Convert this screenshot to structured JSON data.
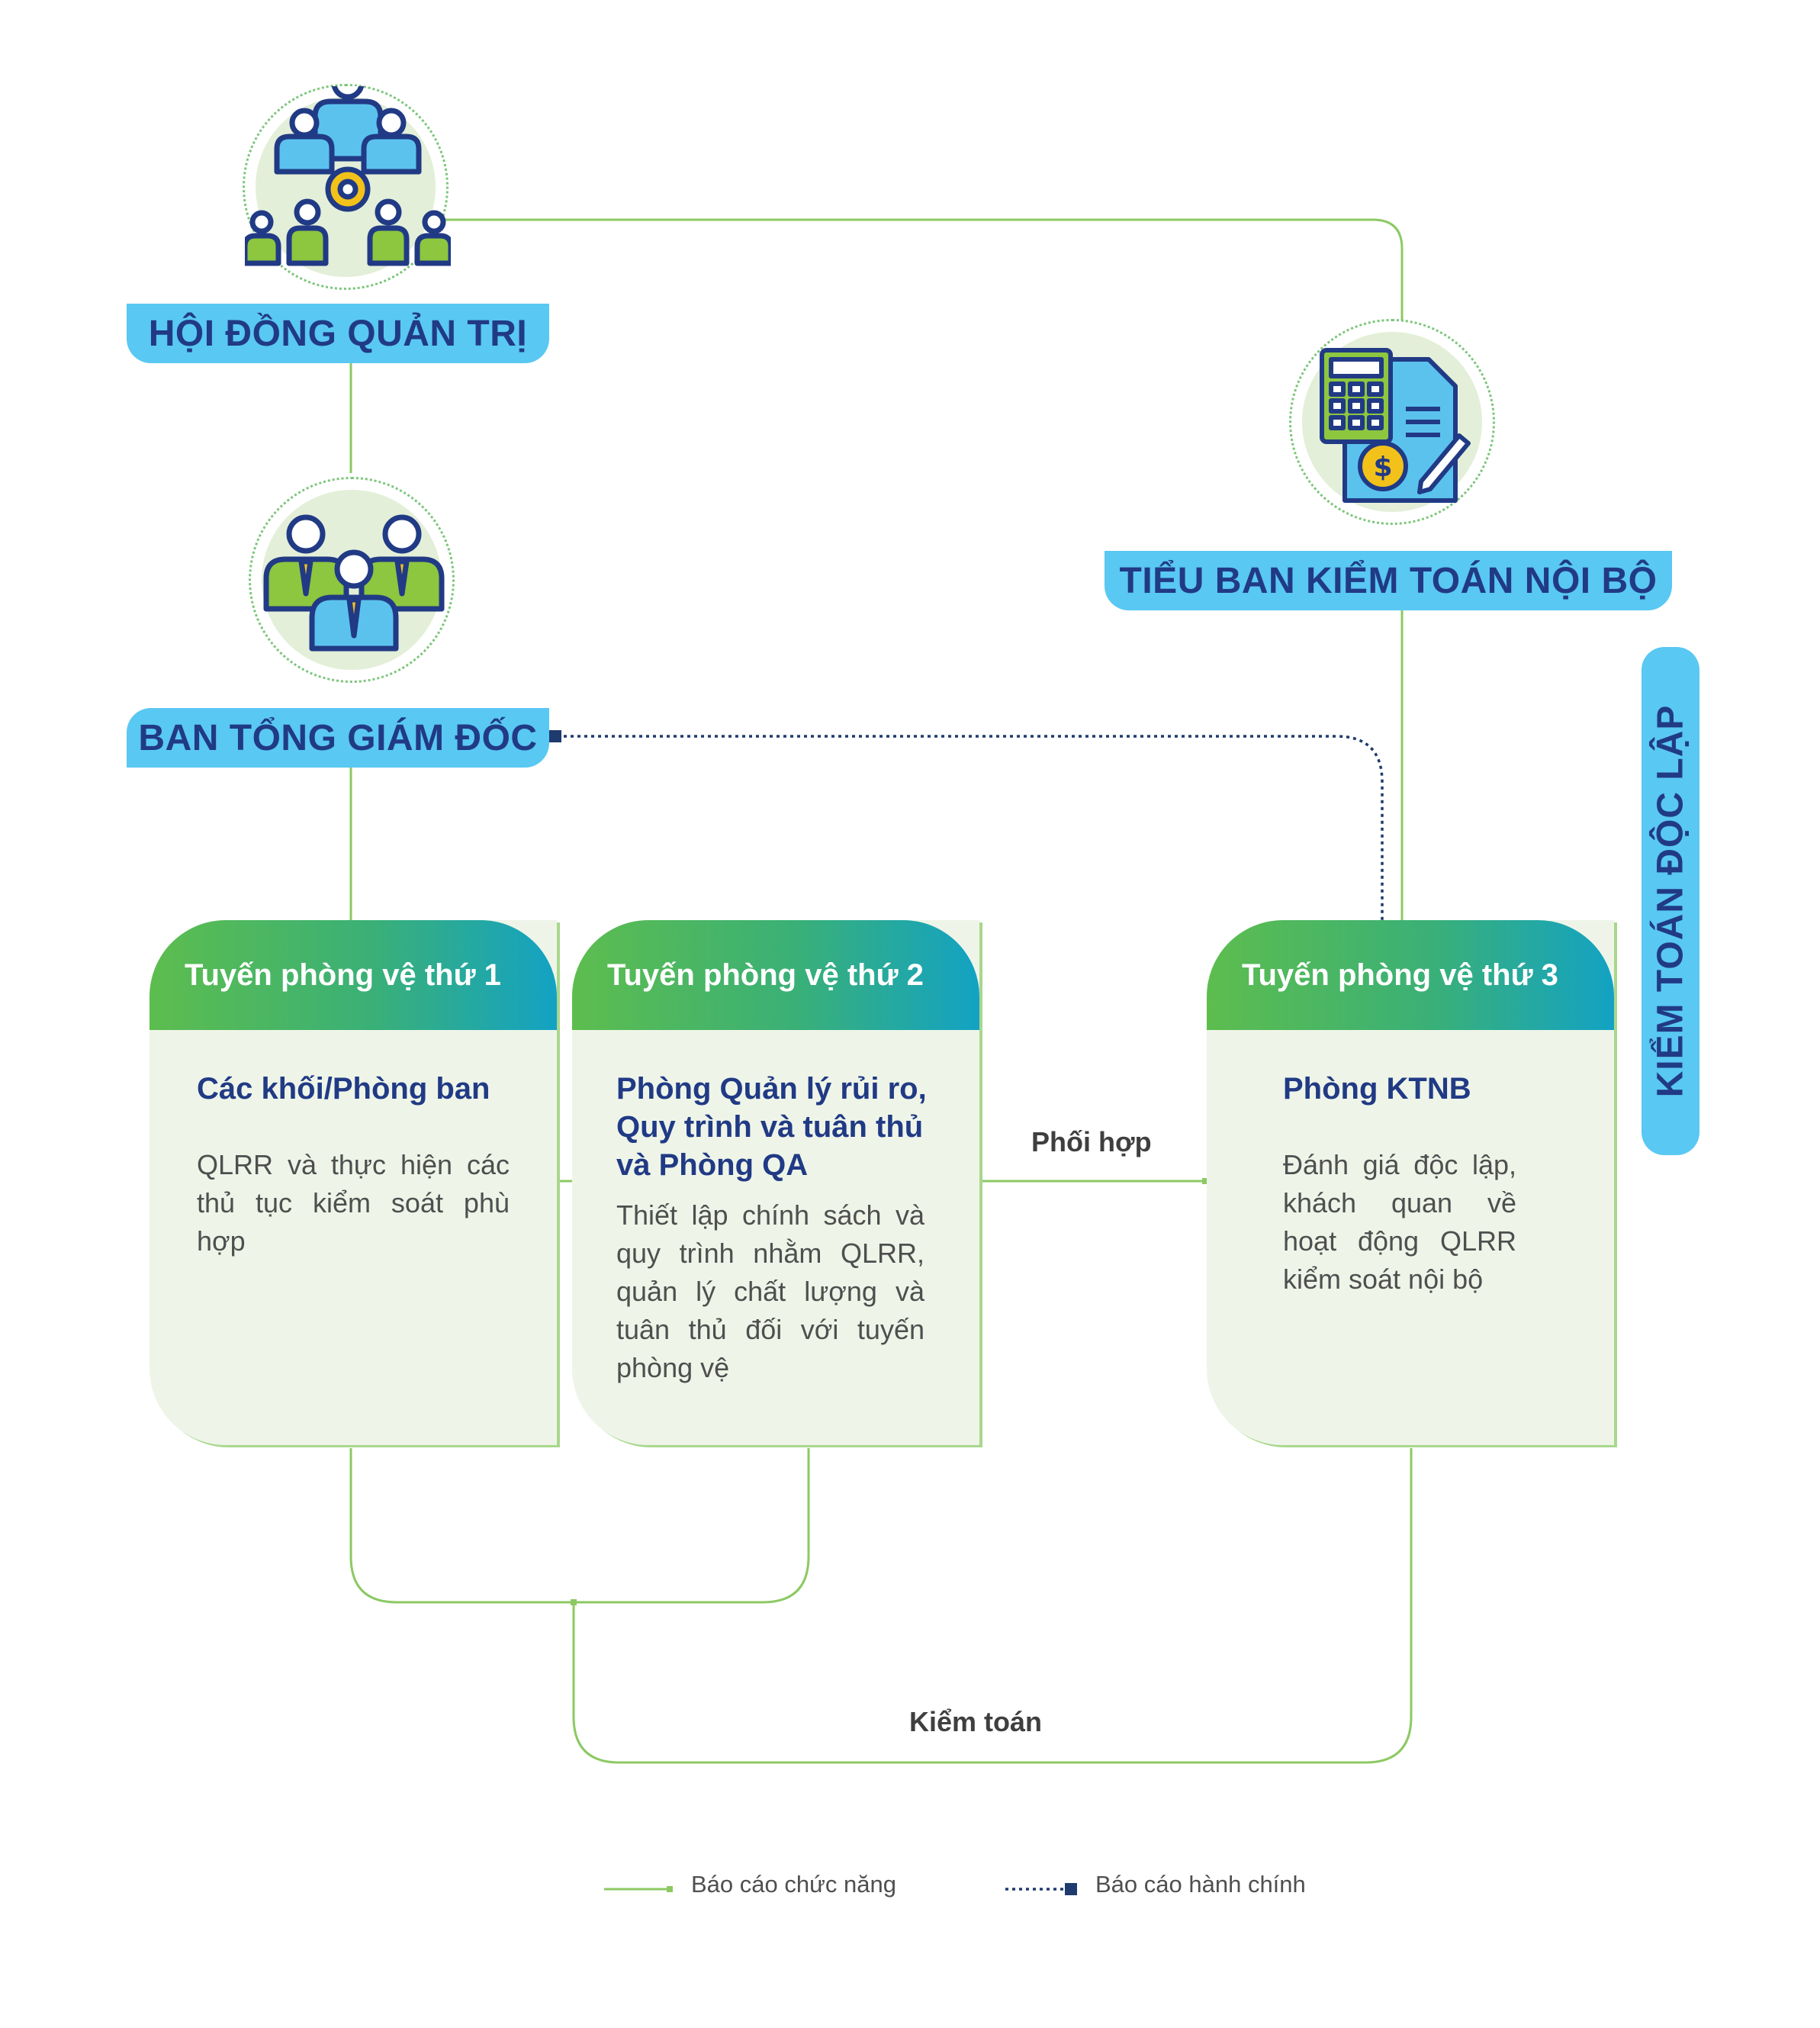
{
  "nodes": {
    "board": {
      "label": "HỘI ĐỒNG QUẢN TRỊ"
    },
    "executive": {
      "label": "BAN TỔNG GIÁM ĐỐC"
    },
    "audit_committee": {
      "label": "TIỂU BAN KIỂM TOÁN NỘI BỘ"
    },
    "independent_audit": {
      "label": "KIỂM TOÁN ĐỘC LẬP"
    }
  },
  "lines_of_defense": [
    {
      "header": "Tuyến phòng vệ thứ 1",
      "title": "Các khối/Phòng ban",
      "description": "QLRR và thực hiện các thủ tục kiểm soát phù hợp"
    },
    {
      "header": "Tuyến phòng vệ thứ 2",
      "title": "Phòng Quản lý rủi ro, Quy trình và tuân thủ và Phòng QA",
      "description": "Thiết lập chính sách và quy trình nhằm QLRR, quản lý chất lượng và tuân thủ đối với tuyến phòng vệ"
    },
    {
      "header": "Tuyến phòng vệ thứ 3",
      "title": "Phòng KTNB",
      "description": "Đánh giá độc lập, khách quan về hoạt động QLRR kiểm soát nội bộ"
    }
  ],
  "connectors": {
    "coordination": "Phối hợp",
    "audit": "Kiểm toán"
  },
  "legend": {
    "functional": "Báo cáo chức năng",
    "administrative": "Báo cáo hành chính"
  },
  "colors": {
    "functional_line": "#8cc963",
    "administrative_line": "#1f3a6e",
    "pill": "#59c8f2",
    "navy": "#213a85",
    "icon_green": "#8dc63f",
    "icon_blue": "#5bc2ee"
  },
  "icons": {
    "board": "board-people-gear-icon",
    "executive": "executives-icon",
    "audit_committee": "calculator-document-icon"
  }
}
